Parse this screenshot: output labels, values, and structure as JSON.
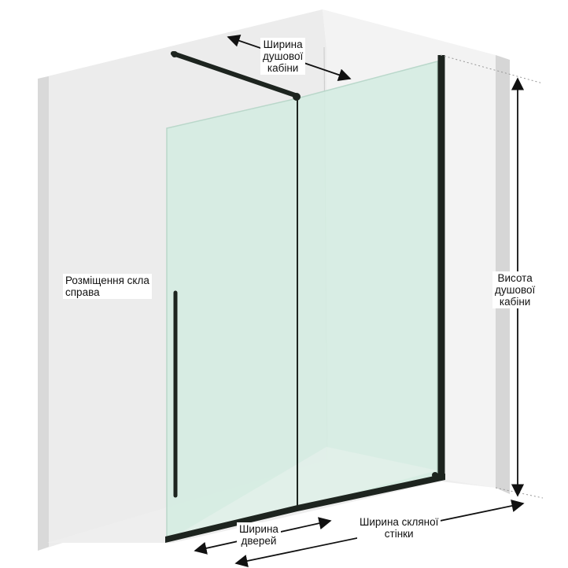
{
  "colors": {
    "wall": "#ececec",
    "wall_shadow": "#d6d6d6",
    "wall_edge": "#c4c4c4",
    "glass": "#d6ede3",
    "glass_edge": "#b6d6c8",
    "frame": "#1d241f",
    "arrow": "#111111",
    "leader": "#999999",
    "floor_shadow": "#e2e2e2"
  },
  "labels": {
    "shower_width": {
      "line1": "Ширина",
      "line2": "душової",
      "line3": "кабіни"
    },
    "glass_right": {
      "line1": "Розміщення скла",
      "line2": "справа"
    },
    "height": {
      "line1": "Висота",
      "line2": "душової",
      "line3": "кабіни"
    },
    "door_width": {
      "line1": "Ширина",
      "line2": "дверей"
    },
    "panel_width": {
      "line1": "Ширина скляної",
      "line2": "стінки"
    }
  }
}
